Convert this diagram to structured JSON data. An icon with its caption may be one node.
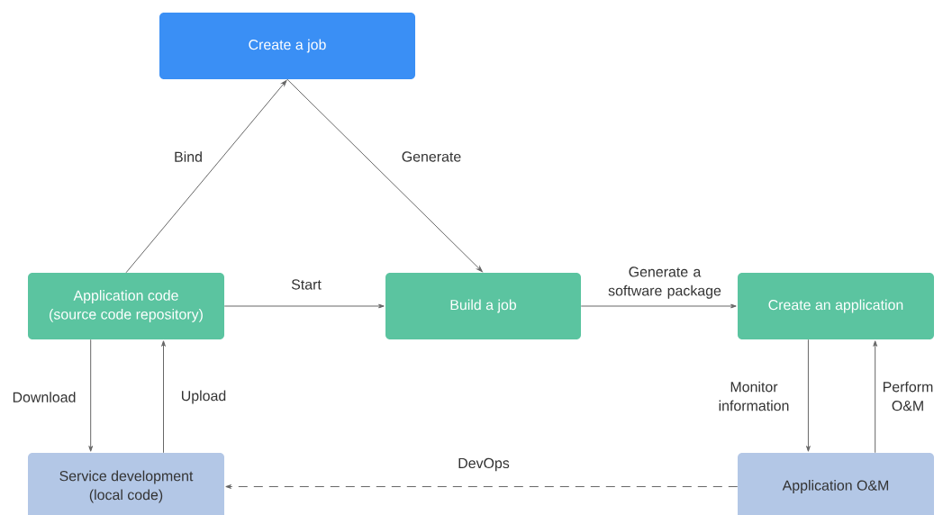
{
  "diagram": {
    "nodes": [
      {
        "text": [
          "Create a job"
        ]
      },
      {
        "text": [
          "Application code",
          "(source code repository)"
        ]
      },
      {
        "text": [
          "Build a job"
        ]
      },
      {
        "text": [
          "Create an application"
        ]
      },
      {
        "text": [
          "Service development",
          "(local code)"
        ]
      },
      {
        "text": [
          "Application O&M"
        ]
      }
    ],
    "edges": [
      {
        "from": 1,
        "to": 0,
        "arrow": "to",
        "label": "Bind"
      },
      {
        "from": 0,
        "to": 2,
        "arrow": "to",
        "label": "Generate"
      },
      {
        "from": 1,
        "to": 2,
        "arrow": "to",
        "label": "Start"
      },
      {
        "from": 2,
        "to": 3,
        "arrow": "to",
        "label": "Generate a software package"
      },
      {
        "from": 1,
        "to": 4,
        "arrow": "to",
        "label": "Download"
      },
      {
        "from": 4,
        "to": 1,
        "arrow": "to",
        "label": "Upload"
      },
      {
        "from": 3,
        "to": 5,
        "arrow": "to",
        "label": "Monitor information"
      },
      {
        "from": 5,
        "to": 3,
        "arrow": "to",
        "label": "Perform O&M"
      },
      {
        "from": 5,
        "to": 4,
        "arrow": "to",
        "label": "DevOps",
        "style": "dashed"
      }
    ]
  }
}
